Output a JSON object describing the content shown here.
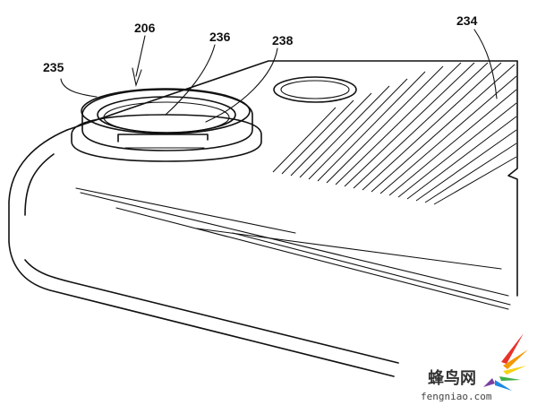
{
  "labels": {
    "ref_206": "206",
    "ref_236": "236",
    "ref_238": "238",
    "ref_235": "235",
    "ref_234": "234"
  },
  "watermark": {
    "chinese": "蜂鸟网",
    "url": "fengniao.com",
    "colors": [
      "#e8322b",
      "#f39800",
      "#f7d117",
      "#3fae49",
      "#1e88e5",
      "#7b3fa0"
    ]
  },
  "colors": {
    "ink": "#111111",
    "paper": "#ffffff"
  }
}
